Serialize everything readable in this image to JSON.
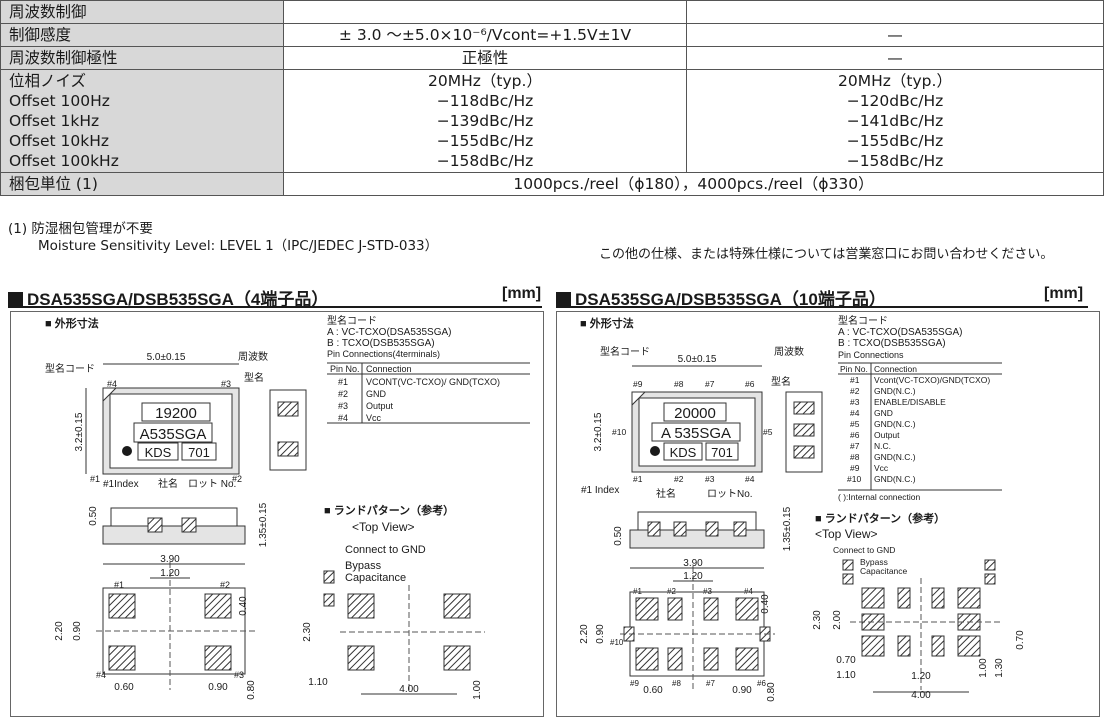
{
  "spec": {
    "rows": [
      {
        "label": "周波数制御",
        "a": "",
        "b": ""
      },
      {
        "label": "制御感度",
        "a": "± 3.0 ～±5.0×10⁻⁶/Vcont=+1.5V±1V",
        "b": "—"
      },
      {
        "label": "周波数制御極性",
        "a": "正極性",
        "b": "—"
      }
    ],
    "noise": {
      "labels": [
        "位相ノイズ",
        "Offset 100Hz",
        "Offset 1kHz",
        "Offset 10kHz",
        "Offset 100kHz"
      ],
      "a": [
        "20MHz（typ.）",
        "−118dBc/Hz",
        "−139dBc/Hz",
        "−155dBc/Hz",
        "−158dBc/Hz"
      ],
      "b": [
        "20MHz（typ.）",
        "−120dBc/Hz",
        "−141dBc/Hz",
        "−155dBc/Hz",
        "−158dBc/Hz"
      ]
    },
    "packaging": {
      "label": "梱包単位 (1)",
      "value": "1000pcs./reel（ϕ180），4000pcs./reel（ϕ330）"
    }
  },
  "notes": {
    "n1": "(1)  防湿梱包管理が不要",
    "n2": "Moisture Sensitivity Level: LEVEL 1（IPC/JEDEC J-STD-033）",
    "contact": "この他の仕様、または特殊仕様については営業窓口にお問い合わせください。"
  },
  "left": {
    "title": "DSA535SGA/DSB535SGA（4端子品）",
    "unit": "[mm]",
    "outline": "■ 外形寸法",
    "code_title": "型名コード",
    "code_a": "A : VC-TCXO(DSA535SGA)",
    "code_b": "B : TCXO(DSB535SGA)",
    "pin_title": "Pin Connections(4terminals)",
    "pin_head": [
      "Pin No.",
      "Connection"
    ],
    "pins": [
      [
        "#1",
        "VCONT(VC-TCXO)/ GND(TCXO)"
      ],
      [
        "#2",
        "GND"
      ],
      [
        "#3",
        "Output"
      ],
      [
        "#4",
        "Vcc"
      ]
    ],
    "width": "5.0±0.15",
    "height": "3.2±0.15",
    "freq_label": "周波数",
    "model_code_label": "型名コード",
    "model_label": "型名",
    "freq": "19200",
    "model": "A535SGA",
    "brand": "KDS",
    "lot": "701",
    "pin_labels": [
      "#1",
      "#2",
      "#3",
      "#4"
    ],
    "index": "#1Index",
    "name": "社名",
    "lotno": "ロット No.",
    "side": [
      "0.50",
      "1.35±0.15"
    ],
    "bottom": [
      "3.90",
      "1.20",
      "0.40",
      "2.20",
      "0.90",
      "0.60",
      "0.90",
      "0.80"
    ],
    "land_title": "■ ランドパターン（参考）",
    "top_view": "<Top View>",
    "connect": "Connect to GND",
    "bypass": "Bypass",
    "capacitance": "Capacitance",
    "land_dims": [
      "2.30",
      "1.10",
      "4.00",
      "1.00"
    ]
  },
  "right": {
    "title": "DSA535SGA/DSB535SGA（10端子品）",
    "unit": "[mm]",
    "outline": "■ 外形寸法",
    "code_title": "型名コード",
    "code_a": "A : VC-TCXO(DSA535SGA)",
    "code_b": "B : TCXO(DSB535SGA)",
    "pin_title": "Pin Connections",
    "pins": [
      [
        "Pin No.",
        "Connection"
      ],
      [
        "#1",
        "Vcont(VC-TCXO)/GND(TCXO)"
      ],
      [
        "#2",
        "GND(N.C.)"
      ],
      [
        "#3",
        "ENABLE/DISABLE"
      ],
      [
        "#4",
        "GND"
      ],
      [
        "#5",
        "GND(N.C.)"
      ],
      [
        "#6",
        "Output"
      ],
      [
        "#7",
        "N.C."
      ],
      [
        "#8",
        "GND(N.C.)"
      ],
      [
        "#9",
        "Vcc"
      ],
      [
        "#10",
        "GND(N.C.)"
      ]
    ],
    "internal": "( ):Internal connection",
    "model_code_label": "型名コード",
    "width": "5.0±0.15",
    "freq_label": "周波数",
    "model_label": "型名",
    "height": "3.2±0.15",
    "freq": "20000",
    "model": "A 535SGA",
    "brand": "KDS",
    "lot": "701",
    "pin_labels": [
      "#9",
      "#8",
      "#7",
      "#6",
      "#10",
      "#5",
      "#1",
      "#2",
      "#3",
      "#4"
    ],
    "index": "#1 Index",
    "name": "社名",
    "lotno": "ロットNo.",
    "side": [
      "0.50",
      "1.35±0.15"
    ],
    "bottom": [
      "3.90",
      "1.20",
      "0.40",
      "2.20",
      "0.90",
      "0.60",
      "0.90",
      "0.80"
    ],
    "land_title": "■ ランドパターン（参考）",
    "top_view": "<Top View>",
    "connect": "Connect to GND",
    "bypass": "Bypass",
    "capacitance": "Capacitance",
    "land_dims": [
      "2.30",
      "2.00",
      "0.70",
      "1.10",
      "1.20",
      "4.00",
      "1.00",
      "1.30",
      "0.70"
    ]
  }
}
